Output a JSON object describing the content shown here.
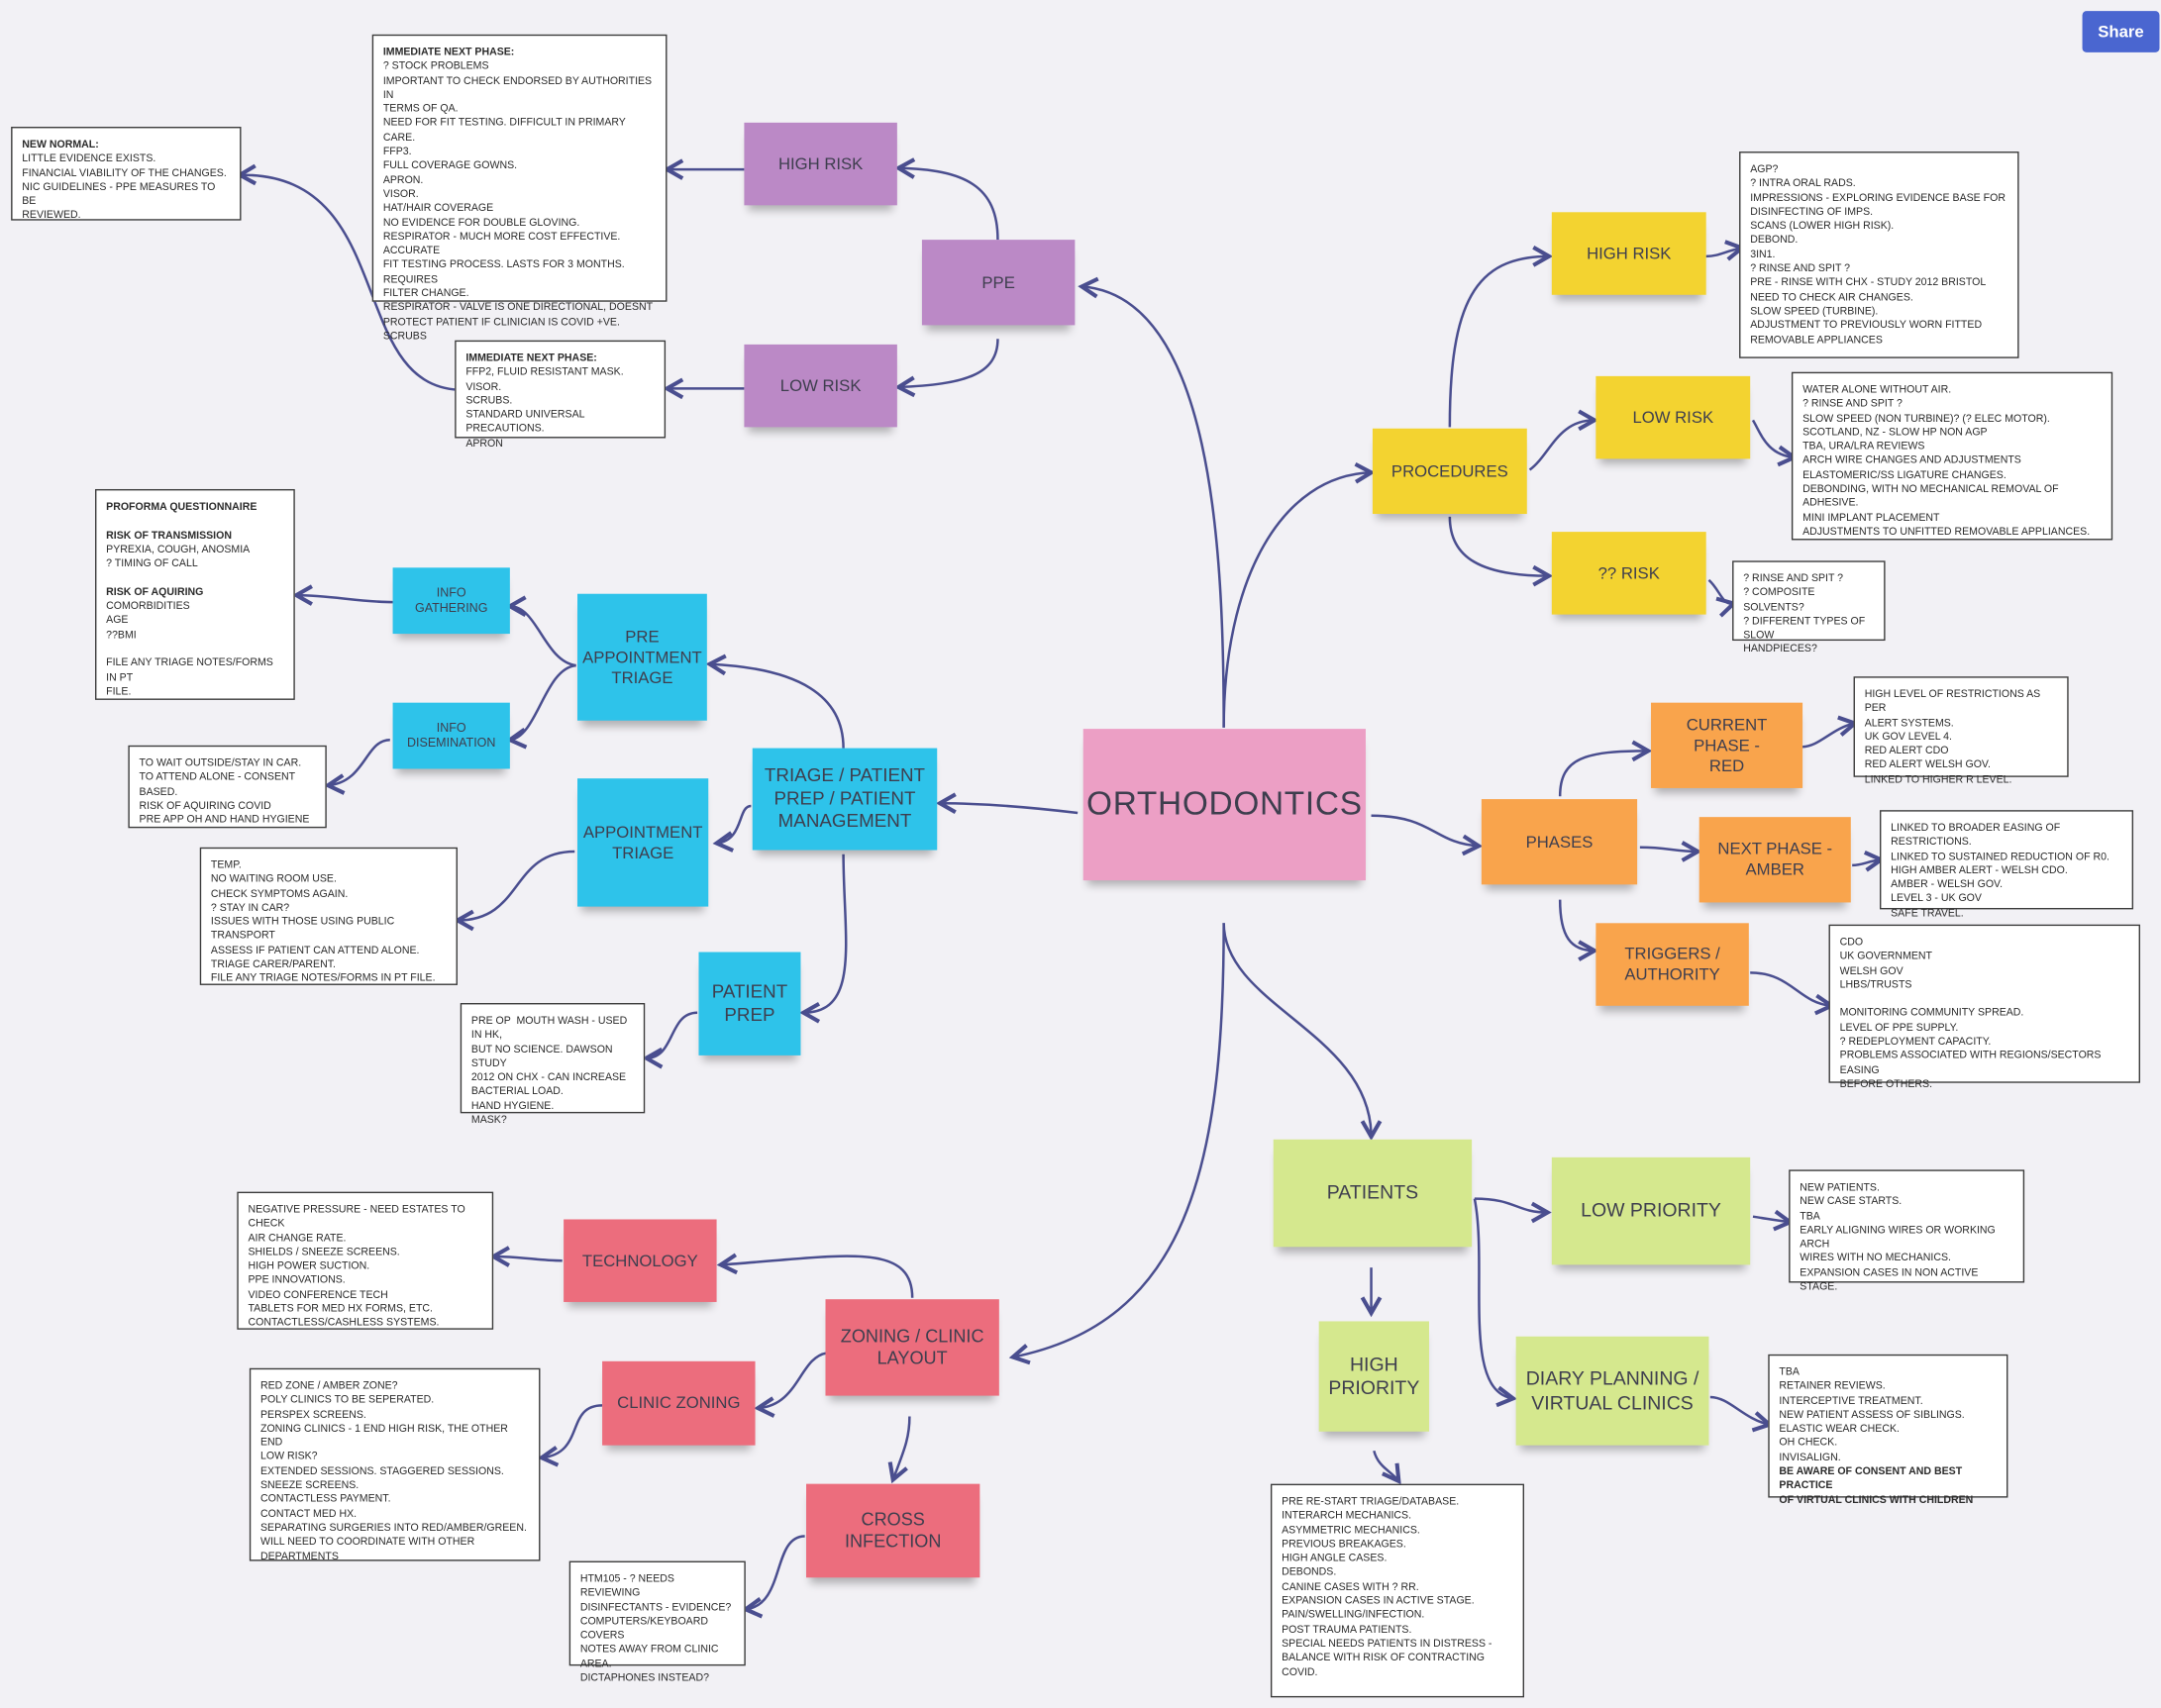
{
  "share_label": "Share",
  "colors": {
    "connector": "#4a4e8f",
    "purple": "#bb89c6",
    "yellow": "#f3d330",
    "orange": "#f9a44c",
    "cyan": "#2ec3ea",
    "lime": "#d5e88e",
    "red": "#ec6d7d",
    "pink": "#ec9fc5"
  },
  "stickies": {
    "orthodontics": "ORTHODONTICS",
    "ppe": "PPE",
    "ppe_high_risk": "HIGH RISK",
    "ppe_low_risk": "LOW RISK",
    "procedures": "PROCEDURES",
    "proc_high_risk": "HIGH RISK",
    "proc_low_risk": "LOW RISK",
    "proc_unknown_risk": "?? RISK",
    "phases": "PHASES",
    "current_phase": "CURRENT PHASE -\nRED",
    "next_phase": "NEXT PHASE -\nAMBER",
    "triggers": "TRIGGERS /\nAUTHORITY",
    "triage": "TRIAGE / PATIENT\nPREP / PATIENT\nMANAGEMENT",
    "pre_appointment_triage": "PRE\nAPPOINTMENT\nTRIAGE",
    "info_gathering": "INFO GATHERING",
    "info_dissemination": "INFO\nDISEMINATION",
    "appointment_triage": "APPOINTMENT\nTRIAGE",
    "patient_prep": "PATIENT\nPREP",
    "patients": "PATIENTS",
    "low_priority": "LOW PRIORITY",
    "high_priority": "HIGH\nPRIORITY",
    "diary_planning": "DIARY PLANNING /\nVIRTUAL CLINICS",
    "zoning": "ZONING / CLINIC\nLAYOUT",
    "technology": "TECHNOLOGY",
    "clinic_zoning": "CLINIC ZONING",
    "cross_infection": "CROSS INFECTION"
  },
  "notes": {
    "new_normal": [
      {
        "t": "NEW NORMAL:",
        "b": true
      },
      {
        "t": "LITTLE EVIDENCE EXISTS."
      },
      {
        "t": "FINANCIAL VIABILITY OF THE CHANGES."
      },
      {
        "t": "NIC GUIDELINES - PPE MEASURES TO BE"
      },
      {
        "t": "REVIEWED."
      }
    ],
    "ppe_high": [
      {
        "t": "IMMEDIATE NEXT PHASE:",
        "b": true
      },
      {
        "t": "? STOCK PROBLEMS"
      },
      {
        "t": "IMPORTANT TO CHECK ENDORSED BY AUTHORITIES IN"
      },
      {
        "t": "TERMS OF QA."
      },
      {
        "t": "NEED FOR FIT TESTING. DIFFICULT IN PRIMARY CARE."
      },
      {
        "t": "FFP3."
      },
      {
        "t": "FULL COVERAGE GOWNS."
      },
      {
        "t": "APRON."
      },
      {
        "t": "VISOR."
      },
      {
        "t": "HAT/HAIR COVERAGE"
      },
      {
        "t": "NO EVIDENCE FOR DOUBLE GLOVING."
      },
      {
        "t": "RESPIRATOR - MUCH MORE COST EFFECTIVE. ACCURATE"
      },
      {
        "t": "FIT TESTING PROCESS. LASTs FOR 3 MONTHS. REQUIRES"
      },
      {
        "t": "FILTER CHANGE."
      },
      {
        "t": "RESPIRATOR - VALVE IS ONE DIRECTIONAL, DOESNT"
      },
      {
        "t": "PROTECT PATIENT IF CLINICIAN IS COVID +VE."
      },
      {
        "t": "SCRUBS"
      }
    ],
    "ppe_low": [
      {
        "t": "IMMEDIATE NEXT PHASE:",
        "b": true
      },
      {
        "t": "FFP2, FLUID RESISTANT MASK."
      },
      {
        "t": "VISOR."
      },
      {
        "t": "SCRUBS."
      },
      {
        "t": "STANDARD UNIVERSAL PRECAUTIONS."
      },
      {
        "t": "APRON"
      }
    ],
    "proc_high": [
      {
        "t": "AGP?"
      },
      {
        "t": "? INTRA ORAL RADS."
      },
      {
        "t": "IMPRESSIONS - EXPLORING EVIDENCE BASE FOR"
      },
      {
        "t": "DISINFECTING OF IMPS."
      },
      {
        "t": "SCANS (LOWER HIGH RISK)."
      },
      {
        "t": "DEBOND."
      },
      {
        "t": "3in1."
      },
      {
        "t": "? RINSE AND SPIT ?"
      },
      {
        "t": "PRE - RINSE WITH CHX - STUDY 2012 BRISTOL"
      },
      {
        "t": "NEED TO CHECK AIR CHANGES."
      },
      {
        "t": "SLOW SPEED (TURBINE)."
      },
      {
        "t": "ADJUSTMENT TO PREVIOUSLY WORN FITTED"
      },
      {
        "t": "REMOVABLE APPLIANCES"
      }
    ],
    "proc_low": [
      {
        "t": "WATER ALONE WITHOUT AIR."
      },
      {
        "t": "? RINSE AND SPIT ?"
      },
      {
        "t": "SLOW SPEED (NON TURBINE)? (? ELEC MOTOR)."
      },
      {
        "t": "SCOTLAND, NZ - SLOW HP NON AGP"
      },
      {
        "t": "TBA, URA/LRA REVIEWS"
      },
      {
        "t": "ARCH WIRE CHANGES AND ADJUSTMENTS"
      },
      {
        "t": "ELASTOMERIC/SS LIGATURE CHANGES."
      },
      {
        "t": "DEBONDING, WITH NO MECHANICAL REMOVAL OF ADHESIVE."
      },
      {
        "t": "MINI IMPLANT PLACEMENT"
      },
      {
        "t": "ADJUSTMENTS TO UNFITTED REMOVABLE APPLIANCES."
      }
    ],
    "proc_unknown": [
      {
        "t": "? RINSE AND SPIT ?"
      },
      {
        "t": "? COMPOSITE SOLVENTS?"
      },
      {
        "t": "? DIFFERENT TYPES OF SLOW"
      },
      {
        "t": "HANDPIECES?"
      }
    ],
    "current_phase": [
      {
        "t": "HIGH LEVEL OF RESTRICTIONS AS PER"
      },
      {
        "t": "ALERT SYSTEMS."
      },
      {
        "t": "UK GOV LEVEL 4."
      },
      {
        "t": "RED ALERT CDO"
      },
      {
        "t": "RED ALERT WELSH GOV."
      },
      {
        "t": "LINKED TO HIGHER R LEVEL."
      }
    ],
    "next_phase": [
      {
        "t": "LINKED TO BROADER EASING OF RESTRICTIONS."
      },
      {
        "t": "LINKED TO SUSTAINED REDUCTION OF R0."
      },
      {
        "t": "HIGH AMBER ALERT - WELSH CDO."
      },
      {
        "t": "AMBER - WELSH GOV."
      },
      {
        "t": "LEVEL 3 - UK GOV"
      },
      {
        "t": "SAFE TRAVEL."
      }
    ],
    "triggers": [
      {
        "t": "CDO"
      },
      {
        "t": "UK GOVERNMENT"
      },
      {
        "t": "WELSH GOV"
      },
      {
        "t": "LHBs/TRUSTS"
      },
      {
        "t": "",
        "gap": true
      },
      {
        "t": "MONITORING COMMUNITY SPREAD."
      },
      {
        "t": "LEVEL OF PPE SUPPLY."
      },
      {
        "t": "? REDEPLOYMENT CAPACITY."
      },
      {
        "t": "PROBLEMS ASSOCIATED WITH REGIONS/SECTORS EASING"
      },
      {
        "t": "BEFORE OTHERS."
      }
    ],
    "proforma": [
      {
        "t": "PROFORMA QUESTIONNAIRE",
        "b": true
      },
      {
        "t": "",
        "gap": true
      },
      {
        "t": "RISK OF TRANSMISSION",
        "b": true
      },
      {
        "t": "PYREXIA, COUGH, ANOSMIA"
      },
      {
        "t": "? TIMING OF CALL"
      },
      {
        "t": "",
        "gap": true
      },
      {
        "t": "RISK OF AQUIRING",
        "b": true
      },
      {
        "t": "COMORBIDITIES"
      },
      {
        "t": "AGE"
      },
      {
        "t": "??BMI"
      },
      {
        "t": "",
        "gap": true
      },
      {
        "t": "FILE ANY TRIAGE NOTES/FORMS IN PT"
      },
      {
        "t": "FILE."
      }
    ],
    "info_dissemination": [
      {
        "t": "TO WAIT OUTSIDE/STAY IN CAR."
      },
      {
        "t": "TO ATTEND ALONE - CONSENT BASED."
      },
      {
        "t": "RISK OF AQUIRING COVID"
      },
      {
        "t": "PRE APP OH AND HAND HYGIENE"
      }
    ],
    "appointment_triage": [
      {
        "t": "TEMP."
      },
      {
        "t": "NO WAITING ROOM USE."
      },
      {
        "t": "CHECK SYMPTOMS AGAIN."
      },
      {
        "t": "? STAY IN CAR?"
      },
      {
        "t": "ISSUES WITH THOSE USING PUBLIC TRANSPORT"
      },
      {
        "t": "ASSESS IF PATIENT CAN ATTEND ALONE."
      },
      {
        "t": "TRIAGE CARER/PARENT."
      },
      {
        "t": "FILE ANY TRIAGE NOTES/FORMS IN PT FILE."
      }
    ],
    "patient_prep": [
      {
        "t": "PRE OP  MOUTH WASH - USED IN HK,"
      },
      {
        "t": "BUT NO SCIENCE. DAWSON STUDY"
      },
      {
        "t": "2012 ON CHX - CAN INCREASE"
      },
      {
        "t": "BACTERIAL LOAD."
      },
      {
        "t": "HAND HYGIENE."
      },
      {
        "t": "MASK?"
      }
    ],
    "technology": [
      {
        "t": "NEGATIVE PRESSURE - NEED ESTATES TO CHECK"
      },
      {
        "t": "AIR CHANGE RATE."
      },
      {
        "t": "SHIELDS / SNEEZE SCREENS."
      },
      {
        "t": "HIGH POWER SUCTION."
      },
      {
        "t": "PPE INNOVATIONS."
      },
      {
        "t": "VIDEO CONFERENCE TECH"
      },
      {
        "t": "TABLETS FOR MED HX FORMS, ETC."
      },
      {
        "t": "CONTACTLESS/CASHLESS SYSTEMS."
      }
    ],
    "clinic_zoning": [
      {
        "t": "RED ZONE / AMBER ZONE?"
      },
      {
        "t": "POLY CLINICS TO BE SEPERATED."
      },
      {
        "t": "PERSPEX SCREENS."
      },
      {
        "t": "ZONING CLINICS - 1 END HIGH RISK, THE OTHER END"
      },
      {
        "t": "LOW RISK?"
      },
      {
        "t": "EXTENDED SESSIONS. STAGGERED SESSIONS."
      },
      {
        "t": "SNEEZE SCREENS."
      },
      {
        "t": "CONTACTLESS PAYMENT."
      },
      {
        "t": "CONTACT MED HX."
      },
      {
        "t": "SEPARATING SURGERIES INTO RED/AMBER/GREEN."
      },
      {
        "t": "WILL NEED TO COORDINATE WITH OTHER DEPARTMENTS"
      }
    ],
    "cross_infection": [
      {
        "t": "HTM105 - ? NEEDS REVIEWING"
      },
      {
        "t": "DISINFECTANTS - EVIDENCE?"
      },
      {
        "t": "COMPUTERS/KEYBOARD COVERS"
      },
      {
        "t": "NOTES AWAY FROM CLINIC AREA."
      },
      {
        "t": "DICTAPHONES INSTEAD?"
      }
    ],
    "high_priority": [
      {
        "t": "PRE RE-START TRIAGE/DATABASE."
      },
      {
        "t": "INTERARCH MECHANICS."
      },
      {
        "t": "ASYMMETRIC MECHANICS."
      },
      {
        "t": "PREVIOUS BREAKAGES."
      },
      {
        "t": "HIGH ANGLE CASES."
      },
      {
        "t": "DEBONDS."
      },
      {
        "t": "CANINE CASES WITH ? RR."
      },
      {
        "t": "EXPANSION CASES IN ACTIVE STAGE."
      },
      {
        "t": "PAIN/SWELLING/INFECTION."
      },
      {
        "t": "POST TRAUMA PATIENTS."
      },
      {
        "t": "SPECIAL NEEDS PATIENTS IN DISTRESS -"
      },
      {
        "t": "BALANCE WITH RISK OF CONTRACTING COVID."
      }
    ],
    "low_priority": [
      {
        "t": "NEW PATIENTS."
      },
      {
        "t": "NEW CASE STARTS."
      },
      {
        "t": "TBA"
      },
      {
        "t": "EARLY ALIGNING WIRES OR WORKING ARCH"
      },
      {
        "t": "WIRES WITH NO MECHANICS."
      },
      {
        "t": "EXPANSION CASES IN NON ACTIVE STAGE."
      }
    ],
    "diary_planning": [
      {
        "t": "TBA"
      },
      {
        "t": "RETAINER REVIEWS."
      },
      {
        "t": "INTERCEPTIVE TREATMENT."
      },
      {
        "t": "NEW PATIENT ASSESS OF SIBLINGS."
      },
      {
        "t": "ELASTIC WEAR CHECK."
      },
      {
        "t": "OH CHECK."
      },
      {
        "t": "INVISALIGN."
      },
      {
        "t": "BE AWARE OF CONSENT AND BEST PRACTICE",
        "b": true
      },
      {
        "t": "OF VIRTUAL CLINICS WITH CHILDREN",
        "b": true
      }
    ]
  }
}
